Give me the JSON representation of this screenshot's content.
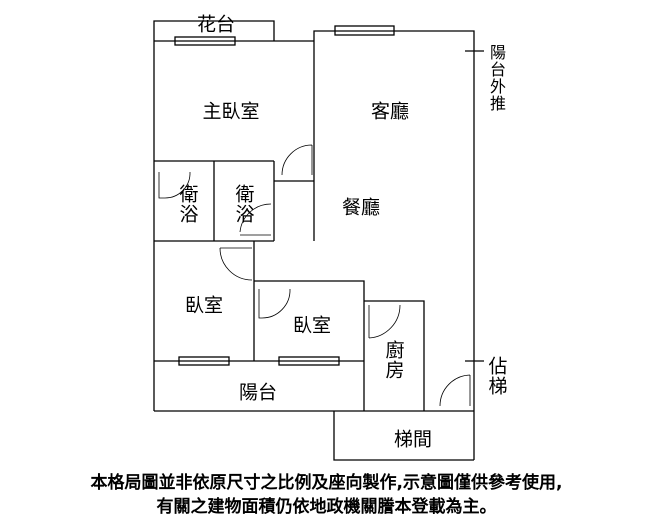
{
  "rooms": {
    "flower_bed": "花台",
    "master_bedroom": "主臥室",
    "living_room": "客廳",
    "dining_room": "餐廳",
    "bathroom_1": "衛浴",
    "bathroom_2": "衛浴",
    "bedroom_1": "臥室",
    "bedroom_2": "臥室",
    "kitchen": "廚房",
    "balcony": "陽台",
    "stairwell": "梯間"
  },
  "annotations": {
    "balcony_extended": "陽台外推",
    "occupies_stairs": "佔梯"
  },
  "disclaimer": {
    "line1": "本格局圖並非依原尺寸之比例及座向製作,示意圖僅供參考使用,",
    "line2": "有關之建物面積仍依地政機關謄本登載為主。"
  }
}
